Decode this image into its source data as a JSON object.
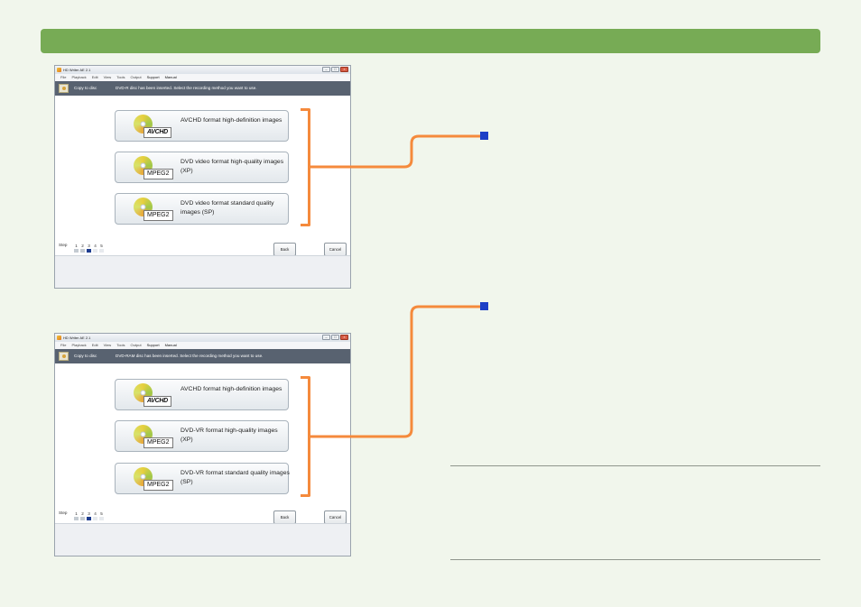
{
  "windows": [
    {
      "title": "HD Writer AE 2.1",
      "menu": [
        "File",
        "Playback",
        "Edit",
        "View",
        "Tools",
        "Output",
        "Support",
        "Manual"
      ],
      "header": {
        "label": "Copy to disc",
        "message": "DVD-R disc has been inserted. Select the recording method you want to use."
      },
      "options": [
        {
          "badge": "AVCHD",
          "text": "AVCHD format high-definition images"
        },
        {
          "badge": "MPEG2",
          "text": "DVD video format high-quality images (XP)"
        },
        {
          "badge": "MPEG2",
          "text": "DVD video format standard quality images (SP)"
        }
      ],
      "steps": {
        "label": "Step",
        "numbers": [
          "1",
          "2",
          "3",
          "4",
          "5"
        ],
        "active": 3
      },
      "buttons": {
        "back": "Back",
        "cancel": "Cancel"
      }
    },
    {
      "title": "HD Writer AE 2.1",
      "menu": [
        "File",
        "Playback",
        "Edit",
        "View",
        "Tools",
        "Output",
        "Support",
        "Manual"
      ],
      "header": {
        "label": "Copy to disc",
        "message": "DVD-RAM disc has been inserted. Select the recording method you want to use."
      },
      "options": [
        {
          "badge": "AVCHD",
          "text": "AVCHD format high-definition images"
        },
        {
          "badge": "MPEG2",
          "text": "DVD-VR format high-quality images (XP)"
        },
        {
          "badge": "MPEG2",
          "text": "DVD-VR format standard quality images (SP)"
        }
      ],
      "steps": {
        "label": "Step",
        "numbers": [
          "1",
          "2",
          "3",
          "4",
          "5"
        ],
        "active": 3
      },
      "buttons": {
        "back": "Back",
        "cancel": "Cancel"
      }
    }
  ],
  "window_controls": {
    "minimize": "–",
    "maximize": "□",
    "close": "×"
  },
  "colors": {
    "band": "#77ab55",
    "bracket": "#f58a3c",
    "marker": "#1d3fc6",
    "header": "#586270",
    "page": "#f1f6ec"
  }
}
